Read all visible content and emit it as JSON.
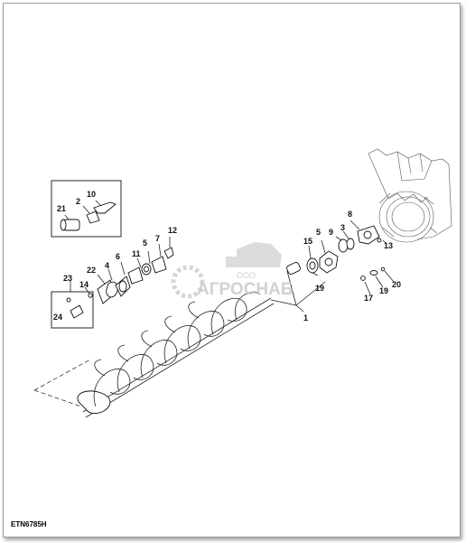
{
  "diagram": {
    "drawing_code": "ETN6785H",
    "watermark": {
      "line1": "ООО",
      "line2": "АГРОСНАБ"
    },
    "callouts": [
      "1",
      "2",
      "3",
      "4",
      "5",
      "5",
      "6",
      "7",
      "8",
      "9",
      "10",
      "11",
      "12",
      "13",
      "14",
      "15",
      "17",
      "19",
      "19",
      "20",
      "21",
      "22",
      "23",
      "24"
    ]
  }
}
